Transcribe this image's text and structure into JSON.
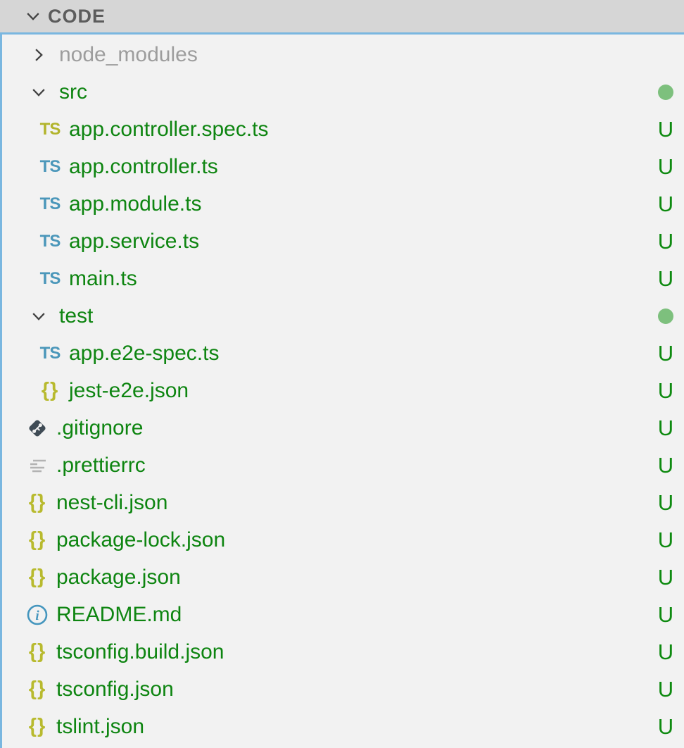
{
  "header": {
    "title": "CODE"
  },
  "icon_glyphs": {
    "ts": "TS",
    "json": "{}",
    "info_letter": "i"
  },
  "badges": {
    "untracked_letter": "U"
  },
  "colors": {
    "untracked_green": "#0e8511",
    "badge_green": "#0e8a10",
    "folder_dot_green": "#7dc07d",
    "ignored_gray": "#9d9d9d",
    "focus_border_blue": "#7ab7e0",
    "header_bg": "#d6d6d6",
    "sidebar_bg": "#f2f2f2",
    "ts_icon_blue": "#4b97ba",
    "ts_icon_yellow": "#b2b42c",
    "json_icon_yellow": "#b8ba2e",
    "git_icon_slate": "#3f4b55",
    "info_icon_blue": "#4596be",
    "lines_icon_gray": "#b3b3b3",
    "chevron_gray": "#424242"
  },
  "tree": {
    "items": [
      {
        "label": "node_modules",
        "kind": "folder",
        "chevron": "right",
        "state": "ignored",
        "badge": null,
        "level": 0
      },
      {
        "label": "src",
        "kind": "folder",
        "chevron": "down",
        "state": "untracked",
        "badge": "dot",
        "level": 0
      },
      {
        "label": "app.controller.spec.ts",
        "kind": "file",
        "icon": "ts-yellow",
        "state": "untracked",
        "badge": "U",
        "level": 1
      },
      {
        "label": "app.controller.ts",
        "kind": "file",
        "icon": "ts-blue",
        "state": "untracked",
        "badge": "U",
        "level": 1
      },
      {
        "label": "app.module.ts",
        "kind": "file",
        "icon": "ts-blue",
        "state": "untracked",
        "badge": "U",
        "level": 1
      },
      {
        "label": "app.service.ts",
        "kind": "file",
        "icon": "ts-blue",
        "state": "untracked",
        "badge": "U",
        "level": 1
      },
      {
        "label": "main.ts",
        "kind": "file",
        "icon": "ts-blue",
        "state": "untracked",
        "badge": "U",
        "level": 1
      },
      {
        "label": "test",
        "kind": "folder",
        "chevron": "down",
        "state": "untracked",
        "badge": "dot",
        "level": 0
      },
      {
        "label": "app.e2e-spec.ts",
        "kind": "file",
        "icon": "ts-blue",
        "state": "untracked",
        "badge": "U",
        "level": 1
      },
      {
        "label": "jest-e2e.json",
        "kind": "file",
        "icon": "json",
        "state": "untracked",
        "badge": "U",
        "level": 1
      },
      {
        "label": ".gitignore",
        "kind": "file",
        "icon": "git",
        "state": "untracked",
        "badge": "U",
        "level": 0
      },
      {
        "label": ".prettierrc",
        "kind": "file",
        "icon": "lines",
        "state": "untracked",
        "badge": "U",
        "level": 0
      },
      {
        "label": "nest-cli.json",
        "kind": "file",
        "icon": "json",
        "state": "untracked",
        "badge": "U",
        "level": 0
      },
      {
        "label": "package-lock.json",
        "kind": "file",
        "icon": "json",
        "state": "untracked",
        "badge": "U",
        "level": 0
      },
      {
        "label": "package.json",
        "kind": "file",
        "icon": "json",
        "state": "untracked",
        "badge": "U",
        "level": 0
      },
      {
        "label": "README.md",
        "kind": "file",
        "icon": "info",
        "state": "untracked",
        "badge": "U",
        "level": 0
      },
      {
        "label": "tsconfig.build.json",
        "kind": "file",
        "icon": "json",
        "state": "untracked",
        "badge": "U",
        "level": 0
      },
      {
        "label": "tsconfig.json",
        "kind": "file",
        "icon": "json",
        "state": "untracked",
        "badge": "U",
        "level": 0
      },
      {
        "label": "tslint.json",
        "kind": "file",
        "icon": "json",
        "state": "untracked",
        "badge": "U",
        "level": 0
      }
    ]
  }
}
